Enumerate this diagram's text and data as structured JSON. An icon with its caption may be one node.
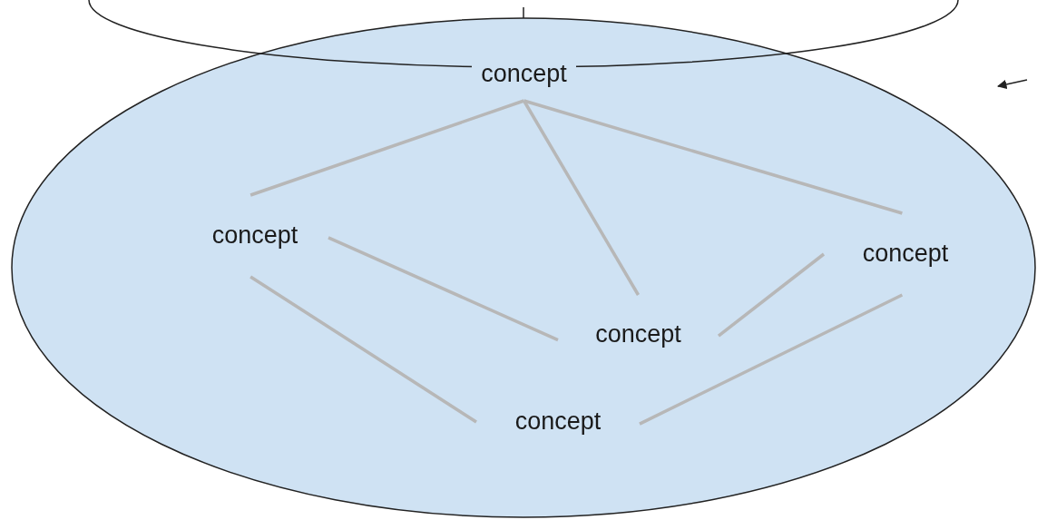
{
  "diagram": {
    "nodes": [
      {
        "text": [],
        "shape": "ellipse"
      },
      {
        "text": [],
        "shape": "ellipse"
      },
      {
        "text": [
          "concept"
        ],
        "in": 0
      },
      {
        "text": [
          "concept"
        ],
        "in": 0
      },
      {
        "text": [
          "concept"
        ],
        "in": 0
      },
      {
        "text": [
          "concept"
        ],
        "in": 0
      },
      {
        "text": [
          "concept"
        ],
        "in": 0
      }
    ],
    "edges": [
      {
        "from": 2,
        "to": 3,
        "arrow": "none"
      },
      {
        "from": 2,
        "to": 5,
        "arrow": "none"
      },
      {
        "from": 2,
        "to": 4,
        "arrow": "none"
      },
      {
        "from": 3,
        "to": 5,
        "arrow": "none"
      },
      {
        "from": 3,
        "to": 6,
        "arrow": "none"
      },
      {
        "from": 4,
        "to": 5,
        "arrow": "none"
      },
      {
        "from": 4,
        "to": 6,
        "arrow": "none"
      }
    ]
  }
}
